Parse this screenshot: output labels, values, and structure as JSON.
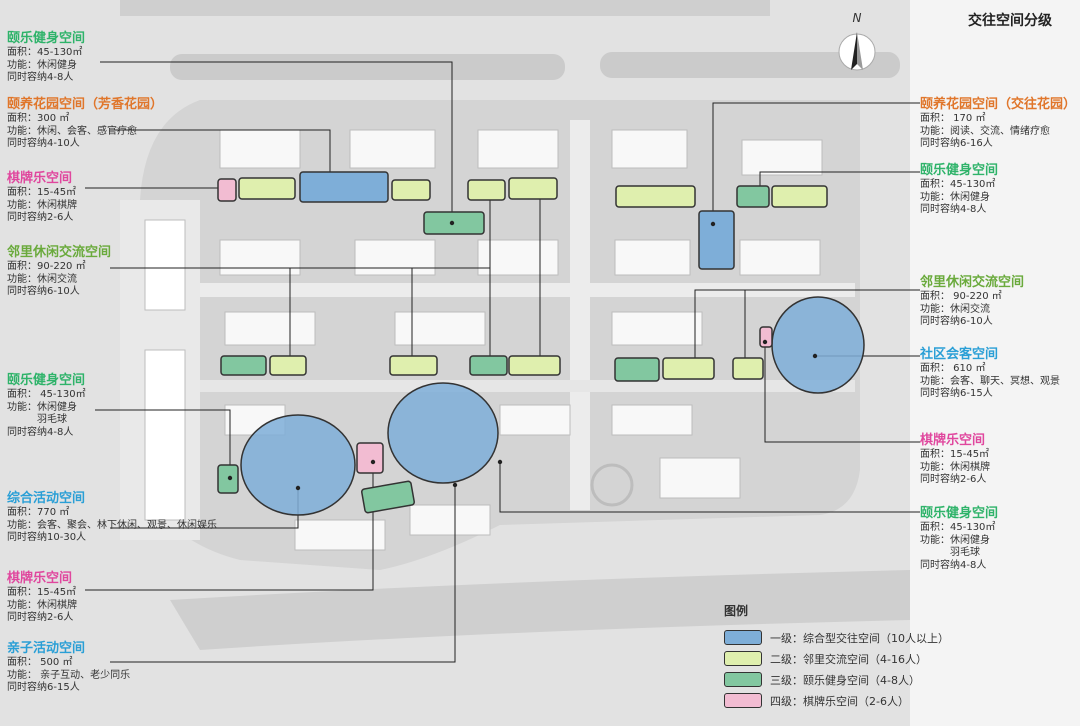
{
  "heading": "交往空间分级",
  "north": "N",
  "labels": [
    {
      "id": "lb1",
      "color": "green",
      "title": "颐乐健身空间",
      "lines": [
        "面积：45-130㎡",
        "功能：休闲健身",
        "同时容纳4-8人"
      ]
    },
    {
      "id": "lb2",
      "color": "orange",
      "title": "颐养花园空间（芳香花园）",
      "lines": [
        "面积：300 ㎡",
        "功能：休闲、会客、感官疗愈",
        "同时容纳4-10人"
      ]
    },
    {
      "id": "lb3",
      "color": "pink",
      "title": "棋牌乐空间",
      "lines": [
        "面积：15-45㎡",
        "功能：休闲棋牌",
        "同时容纳2-6人"
      ]
    },
    {
      "id": "lb4",
      "color": "lime",
      "title": "邻里休闲交流空间",
      "lines": [
        "面积：90-220 ㎡",
        "功能：休闲交流",
        "同时容纳6-10人"
      ]
    },
    {
      "id": "lb5",
      "color": "green",
      "title": "颐乐健身空间",
      "lines": [
        "面积： 45-130㎡",
        "功能：休闲健身",
        "　　　羽毛球",
        "同时容纳4-8人"
      ]
    },
    {
      "id": "lb6",
      "color": "blue",
      "title": "综合活动空间",
      "lines": [
        "面积：770 ㎡",
        "功能：会客、聚会、林下休闲、观景、休闲娱乐",
        "同时容纳10-30人"
      ]
    },
    {
      "id": "lb7",
      "color": "pink",
      "title": "棋牌乐空间",
      "lines": [
        "面积：15-45㎡",
        "功能：休闲棋牌",
        "同时容纳2-6人"
      ]
    },
    {
      "id": "lb8",
      "color": "blue",
      "title": "亲子活动空间",
      "lines": [
        "面积： 500 ㎡",
        "功能： 亲子互动、老少同乐",
        "同时容纳6-15人"
      ]
    },
    {
      "id": "rb1",
      "color": "orange",
      "title": "颐养花园空间（交往花园）",
      "lines": [
        "面积： 170 ㎡",
        "功能：阅读、交流、情绪疗愈",
        "同时容纳6-16人"
      ]
    },
    {
      "id": "rb2",
      "color": "green",
      "title": "颐乐健身空间",
      "lines": [
        "面积：45-130㎡",
        "功能：休闲健身",
        "同时容纳4-8人"
      ]
    },
    {
      "id": "rb3",
      "color": "lime",
      "title": "邻里休闲交流空间",
      "lines": [
        "面积： 90-220 ㎡",
        "功能：休闲交流",
        "同时容纳6-10人"
      ]
    },
    {
      "id": "rb4",
      "color": "blue",
      "title": "社区会客空间",
      "lines": [
        "面积： 610 ㎡",
        "功能：会客、聊天、冥想、观景",
        "同时容纳6-15人"
      ]
    },
    {
      "id": "rb5",
      "color": "pink",
      "title": "棋牌乐空间",
      "lines": [
        "面积：15-45㎡",
        "功能：休闲棋牌",
        "同时容纳2-6人"
      ]
    },
    {
      "id": "rb6",
      "color": "green",
      "title": "颐乐健身空间",
      "lines": [
        "面积：45-130㎡",
        "功能：休闲健身",
        "　　　羽毛球",
        "同时容纳4-8人"
      ]
    }
  ],
  "legend": {
    "title": "图例",
    "items": [
      {
        "label": "一级：综合型交往空间（10人以上）",
        "color": "#7eaed8"
      },
      {
        "label": "二级：邻里交流空间（4-16人）",
        "color": "#dfefae"
      },
      {
        "label": "三级：颐乐健身空间（4-8人）",
        "color": "#82c7a0"
      },
      {
        "label": "四级：棋牌乐空间（2-6人）",
        "color": "#f2bcd2"
      }
    ]
  },
  "colors": {
    "blue": "#7eaed8",
    "lime": "#dfefae",
    "green": "#82c7a0",
    "pink": "#f2bcd2",
    "outline": "#333333"
  }
}
